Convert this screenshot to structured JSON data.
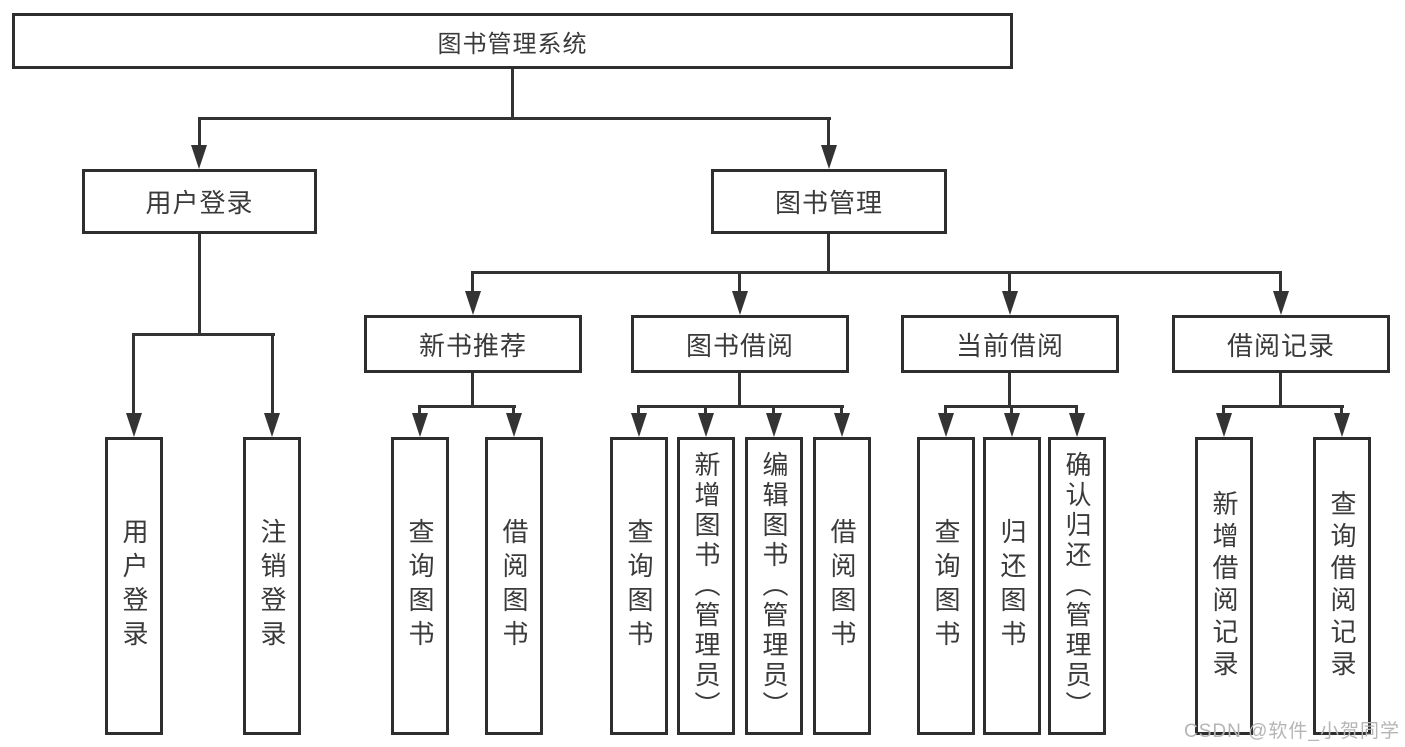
{
  "diagram_type": "hierarchy-tree",
  "colors": {
    "background": "#ffffff",
    "line": "#333333",
    "border": "#2e2e2e",
    "text": "#3a3a3a",
    "watermark": "#b5b5b5"
  },
  "tree": {
    "label": "图书管理系统",
    "children": [
      {
        "label": "用户登录",
        "children": [
          {
            "label": "用户登录"
          },
          {
            "label": "注销登录"
          }
        ]
      },
      {
        "label": "图书管理",
        "children": [
          {
            "label": "新书推荐",
            "children": [
              {
                "label": "查询图书"
              },
              {
                "label": "借阅图书"
              }
            ]
          },
          {
            "label": "图书借阅",
            "children": [
              {
                "label": "查询图书"
              },
              {
                "label": "新增图书（管理员）"
              },
              {
                "label": "编辑图书（管理员）"
              },
              {
                "label": "借阅图书"
              }
            ]
          },
          {
            "label": "当前借阅",
            "children": [
              {
                "label": "查询图书"
              },
              {
                "label": "归还图书"
              },
              {
                "label": "确认归还（管理员）"
              }
            ]
          },
          {
            "label": "借阅记录",
            "children": [
              {
                "label": "新增借阅记录"
              },
              {
                "label": "查询借阅记录"
              }
            ]
          }
        ]
      }
    ]
  },
  "watermark": "CSDN @软件_小贺同学"
}
